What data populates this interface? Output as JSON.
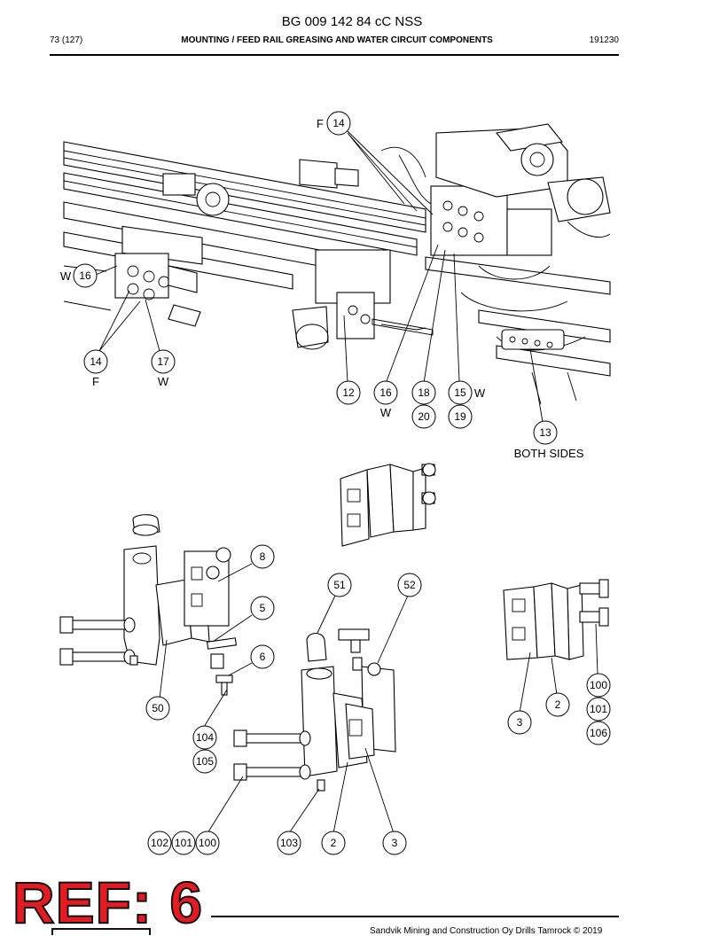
{
  "document": {
    "title": "BG 009 142 84 cC NSS",
    "page_number": "73 (127)",
    "section_title": "MOUNTING / FEED RAIL GREASING AND WATER CIRCUIT COMPONENTS",
    "doc_date": "191230",
    "footer": "Sandvik Mining and Construction Oy Drills Tamrock © 2019",
    "stamp": "REF: 6"
  },
  "callouts": [
    {
      "label": "14",
      "side": "F"
    },
    {
      "label": "16",
      "side": "W"
    },
    {
      "label": "14",
      "side": "F"
    },
    {
      "label": "17",
      "side": "W"
    },
    {
      "label": "12",
      "side": ""
    },
    {
      "label": "16",
      "side": "W"
    },
    {
      "label": "18",
      "side": ""
    },
    {
      "label": "20",
      "side": ""
    },
    {
      "label": "15",
      "side": "W"
    },
    {
      "label": "19",
      "side": ""
    },
    {
      "label": "13",
      "side": "BOTH SIDES"
    },
    {
      "label": "8",
      "side": ""
    },
    {
      "label": "5",
      "side": ""
    },
    {
      "label": "6",
      "side": ""
    },
    {
      "label": "51",
      "side": ""
    },
    {
      "label": "52",
      "side": ""
    },
    {
      "label": "50",
      "side": ""
    },
    {
      "label": "104",
      "side": ""
    },
    {
      "label": "105",
      "side": ""
    },
    {
      "label": "102",
      "side": ""
    },
    {
      "label": "101",
      "side": ""
    },
    {
      "label": "100",
      "side": ""
    },
    {
      "label": "103",
      "side": ""
    },
    {
      "label": "2",
      "side": ""
    },
    {
      "label": "3",
      "side": ""
    },
    {
      "label": "100",
      "side": ""
    },
    {
      "label": "101",
      "side": ""
    },
    {
      "label": "106",
      "side": ""
    },
    {
      "label": "2",
      "side": ""
    },
    {
      "label": "3",
      "side": ""
    }
  ]
}
